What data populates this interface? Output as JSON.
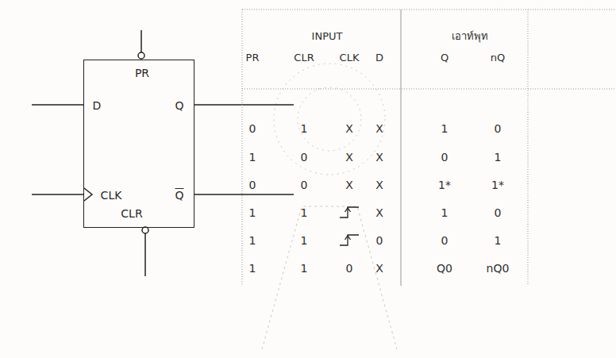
{
  "diagram": {
    "nodes": [
      {
        "text": [
          "PR",
          "D",
          "Q",
          "CLK",
          "CLR",
          "Q"
        ]
      }
    ],
    "labels": [
      "INPUT",
      "เอาท์พุท",
      "PR",
      "CLR",
      "CLK",
      "D",
      "Q",
      "nQ",
      "0",
      "1",
      "X",
      "X",
      "1",
      "0",
      "1",
      "0",
      "X",
      "X",
      "0",
      "1",
      "0",
      "0",
      "X",
      "X",
      "1*",
      "1*",
      "1",
      "1",
      "X",
      "1",
      "0",
      "1",
      "1",
      "0",
      "0",
      "1",
      "1",
      "1",
      "0",
      "X",
      "Q0",
      "nQ0"
    ]
  }
}
